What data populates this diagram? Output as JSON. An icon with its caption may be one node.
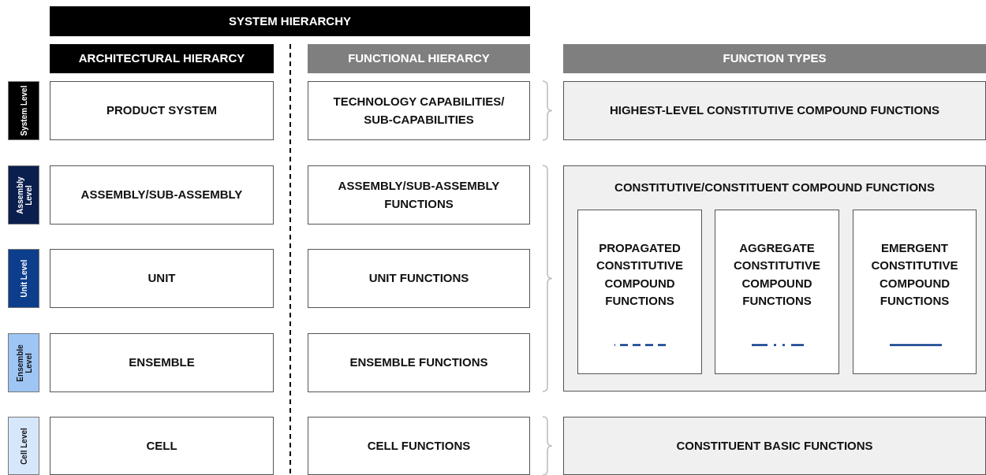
{
  "diagram": {
    "nodes": [
      {
        "text": [
          "SYSTEM HIERARCHY"
        ]
      },
      {
        "text": [
          "ARCHITECTURAL HIERARCY"
        ]
      },
      {
        "text": [
          "FUNCTIONAL HIERARCY"
        ]
      },
      {
        "text": [
          "FUNCTION TYPES"
        ]
      },
      {
        "text": [
          "System Level"
        ]
      },
      {
        "text": [
          "PRODUCT SYSTEM"
        ]
      },
      {
        "text": [
          "TECHNOLOGY CAPABILITIES/ SUB-CAPABILITIES"
        ]
      },
      {
        "text": [
          "HIGHEST-LEVEL CONSTITUTIVE COMPOUND FUNCTIONS"
        ]
      },
      {
        "text": [
          "Assembly Level"
        ]
      },
      {
        "text": [
          "ASSEMBLY/SUB-ASSEMBLY"
        ]
      },
      {
        "text": [
          "ASSEMBLY/SUB-ASSEMBLY FUNCTIONS"
        ]
      },
      {
        "text": [
          "CONSTITUTIVE/CONSTITUENT COMPOUND FUNCTIONS"
        ]
      },
      {
        "text": [
          "PROPAGATED CONSTITUTIVE COMPOUND FUNCTIONS"
        ],
        "in": 11
      },
      {
        "text": [
          "AGGREGATE CONSTITUTIVE COMPOUND FUNCTIONS"
        ],
        "in": 11
      },
      {
        "text": [
          "EMERGENT CONSTITUTIVE COMPOUND FUNCTIONS"
        ],
        "in": 11
      },
      {
        "text": [
          "Unit Level"
        ]
      },
      {
        "text": [
          "UNIT"
        ]
      },
      {
        "text": [
          "UNIT FUNCTIONS"
        ]
      },
      {
        "text": [
          "Ensemble Level"
        ]
      },
      {
        "text": [
          "ENSEMBLE"
        ]
      },
      {
        "text": [
          "ENSEMBLE FUNCTIONS"
        ]
      },
      {
        "text": [
          "Cell Level"
        ]
      },
      {
        "text": [
          "CELL"
        ]
      },
      {
        "text": [
          "CELL FUNCTIONS"
        ]
      },
      {
        "text": [
          "CONSTITUENT BASIC FUNCTIONS"
        ]
      }
    ]
  }
}
